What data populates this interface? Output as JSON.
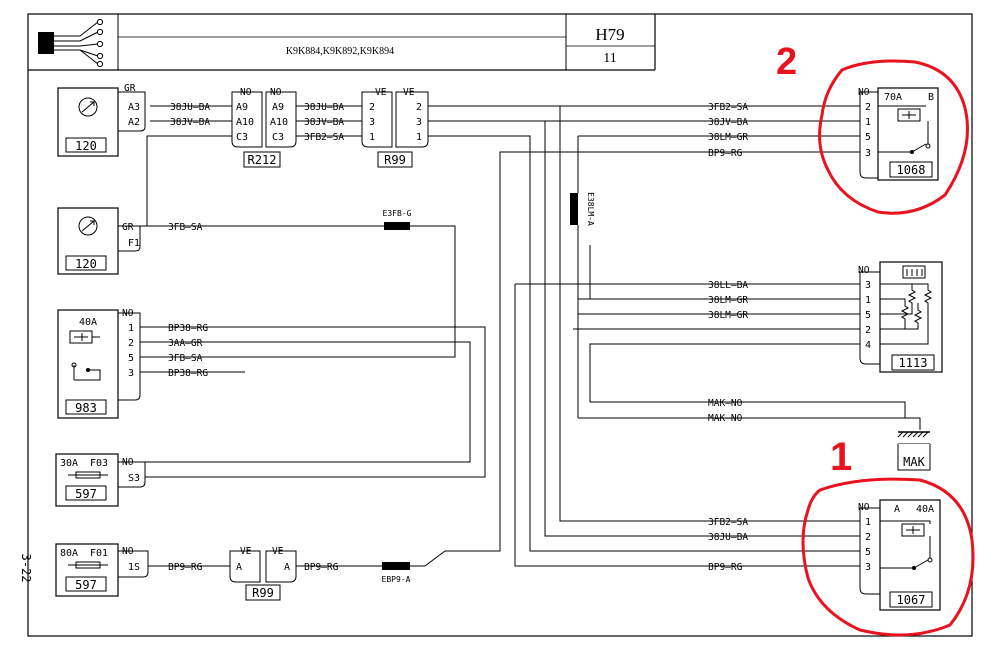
{
  "header": {
    "models": "K9K884,K9K892,K9K894",
    "code": "H79",
    "page": "11"
  },
  "side_page": "3-22",
  "annotations": {
    "mark_1": "1",
    "mark_2": "2"
  },
  "colors": {
    "annotation": "#e8131f",
    "ink": "#000000"
  },
  "components": {
    "c120a": {
      "id": "120",
      "icon": "ntc-sensor-icon",
      "connector": "GR",
      "pins": [
        "A3",
        "A2"
      ]
    },
    "c120b": {
      "id": "120",
      "icon": "ntc-sensor-icon",
      "connector": "GR",
      "pins": [
        "F1"
      ]
    },
    "c983": {
      "id": "983",
      "icon": "relay-icon",
      "rating": "40A",
      "connector": "NO",
      "pins": [
        "1",
        "2",
        "5",
        "3"
      ]
    },
    "c597a": {
      "id": "597",
      "icon": "fuse-icon",
      "rating": "30A",
      "fuse": "F03",
      "connector": "NO",
      "pins": [
        "S3"
      ]
    },
    "c597b": {
      "id": "597",
      "icon": "fuse-icon",
      "rating": "80A",
      "fuse": "F01",
      "connector": "NO",
      "pins": [
        "1S"
      ]
    },
    "r212": {
      "id": "R212",
      "left_connector": "NO",
      "right_connector": "NO",
      "left_pins": [
        "A9",
        "A10",
        "C3"
      ],
      "right_pins": [
        "A9",
        "A10",
        "C3"
      ]
    },
    "r99a": {
      "id": "R99",
      "left_connector": "VE",
      "right_connector": "VE",
      "left_pins": [
        "2",
        "3",
        "1"
      ],
      "right_pins": [
        "2",
        "3",
        "1"
      ]
    },
    "r99b": {
      "id": "R99",
      "left_connector": "VE",
      "right_connector": "VE",
      "left_pins": [
        "A"
      ],
      "right_pins": [
        "A"
      ]
    },
    "c1068": {
      "id": "1068",
      "icon": "relay-icon",
      "rating": "70A",
      "terminal": "B",
      "connector": "NO",
      "pins": [
        "2",
        "1",
        "5",
        "3"
      ]
    },
    "c1113": {
      "id": "1113",
      "icon": "resistor-block-icon",
      "connector": "NO",
      "pins": [
        "3",
        "1",
        "5",
        "2",
        "4"
      ]
    },
    "c1067": {
      "id": "1067",
      "icon": "relay-icon",
      "terminal": "A",
      "rating": "40A",
      "connector": "NO",
      "pins": [
        "1",
        "2",
        "5",
        "3"
      ]
    },
    "mak": {
      "id": "MAK",
      "icon": "ground-icon"
    }
  },
  "splices": {
    "e3fb": "E3FB-G",
    "e38lm": "E38LM-A",
    "ebp9": "EBP9-A"
  },
  "wires": {
    "w1": {
      "code": "38JU",
      "color": "BA"
    },
    "w2": {
      "code": "38JV",
      "color": "BA"
    },
    "w3": {
      "code": "38JU",
      "color": "BA"
    },
    "w4": {
      "code": "38JV",
      "color": "BA"
    },
    "w5": {
      "code": "3FB2",
      "color": "SA"
    },
    "w6": {
      "code": "3FB",
      "color": "SA"
    },
    "w7": {
      "code": "BP38",
      "color": "RG"
    },
    "w8": {
      "code": "3AA",
      "color": "GR"
    },
    "w9": {
      "code": "3FB",
      "color": "SA"
    },
    "w10": {
      "code": "BP38",
      "color": "RG"
    },
    "w11": {
      "code": "BP9",
      "color": "RG"
    },
    "w12": {
      "code": "BP9",
      "color": "RG"
    },
    "w13": {
      "code": "3FB2",
      "color": "SA"
    },
    "w14": {
      "code": "38JV",
      "color": "BA"
    },
    "w15": {
      "code": "38LM",
      "color": "GR"
    },
    "w16": {
      "code": "BP9",
      "color": "RG"
    },
    "w17": {
      "code": "38LL",
      "color": "BA"
    },
    "w18": {
      "code": "38LM",
      "color": "GR"
    },
    "w19": {
      "code": "38LM",
      "color": "GR"
    },
    "w20": {
      "code": "MAK",
      "color": "NO"
    },
    "w21": {
      "code": "MAK",
      "color": "NO"
    },
    "w22": {
      "code": "3FB2",
      "color": "SA"
    },
    "w23": {
      "code": "38JU",
      "color": "BA"
    },
    "w24": {
      "code": "BP9",
      "color": "RG"
    }
  }
}
